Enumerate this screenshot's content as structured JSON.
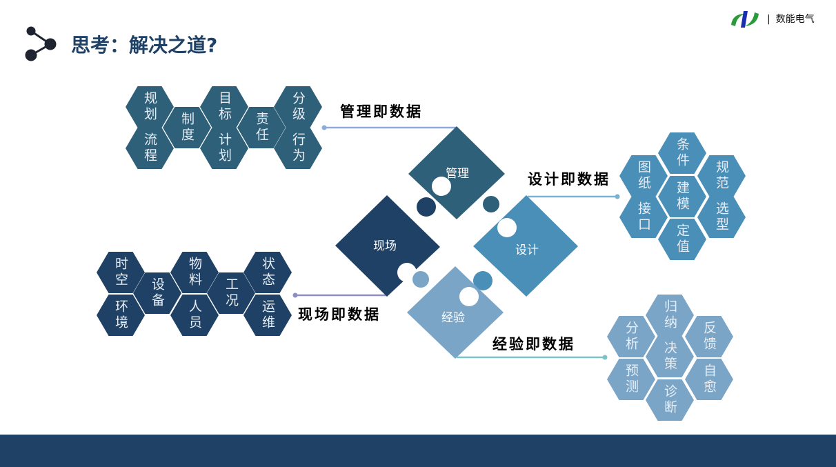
{
  "header": {
    "title": "思考：解决之道?",
    "brand": "数能电气",
    "separator": "|"
  },
  "colors": {
    "management": "#2f6079",
    "field": "#1f4166",
    "design": "#4a8fb8",
    "experience": "#7aa5c7"
  },
  "puzzle": {
    "management": "管理",
    "field": "现场",
    "design": "设计",
    "experience": "经验"
  },
  "labels": {
    "management": "管理即数据",
    "design": "设计即数据",
    "field": "现场即数据",
    "experience": "经验即数据"
  },
  "management_hexes": [
    "规划",
    "流程",
    "制度",
    "目标",
    "计划",
    "责任",
    "分级",
    "行为"
  ],
  "design_hexes": [
    "图纸",
    "条件",
    "规范",
    "建模",
    "接口",
    "选型",
    "定值"
  ],
  "field_hexes": [
    "时空",
    "环境",
    "设备",
    "物料",
    "人员",
    "工况",
    "状态",
    "运维"
  ],
  "experience_hexes": [
    "分析",
    "归纳",
    "反馈",
    "决策",
    "预测",
    "自愈",
    "诊断"
  ]
}
